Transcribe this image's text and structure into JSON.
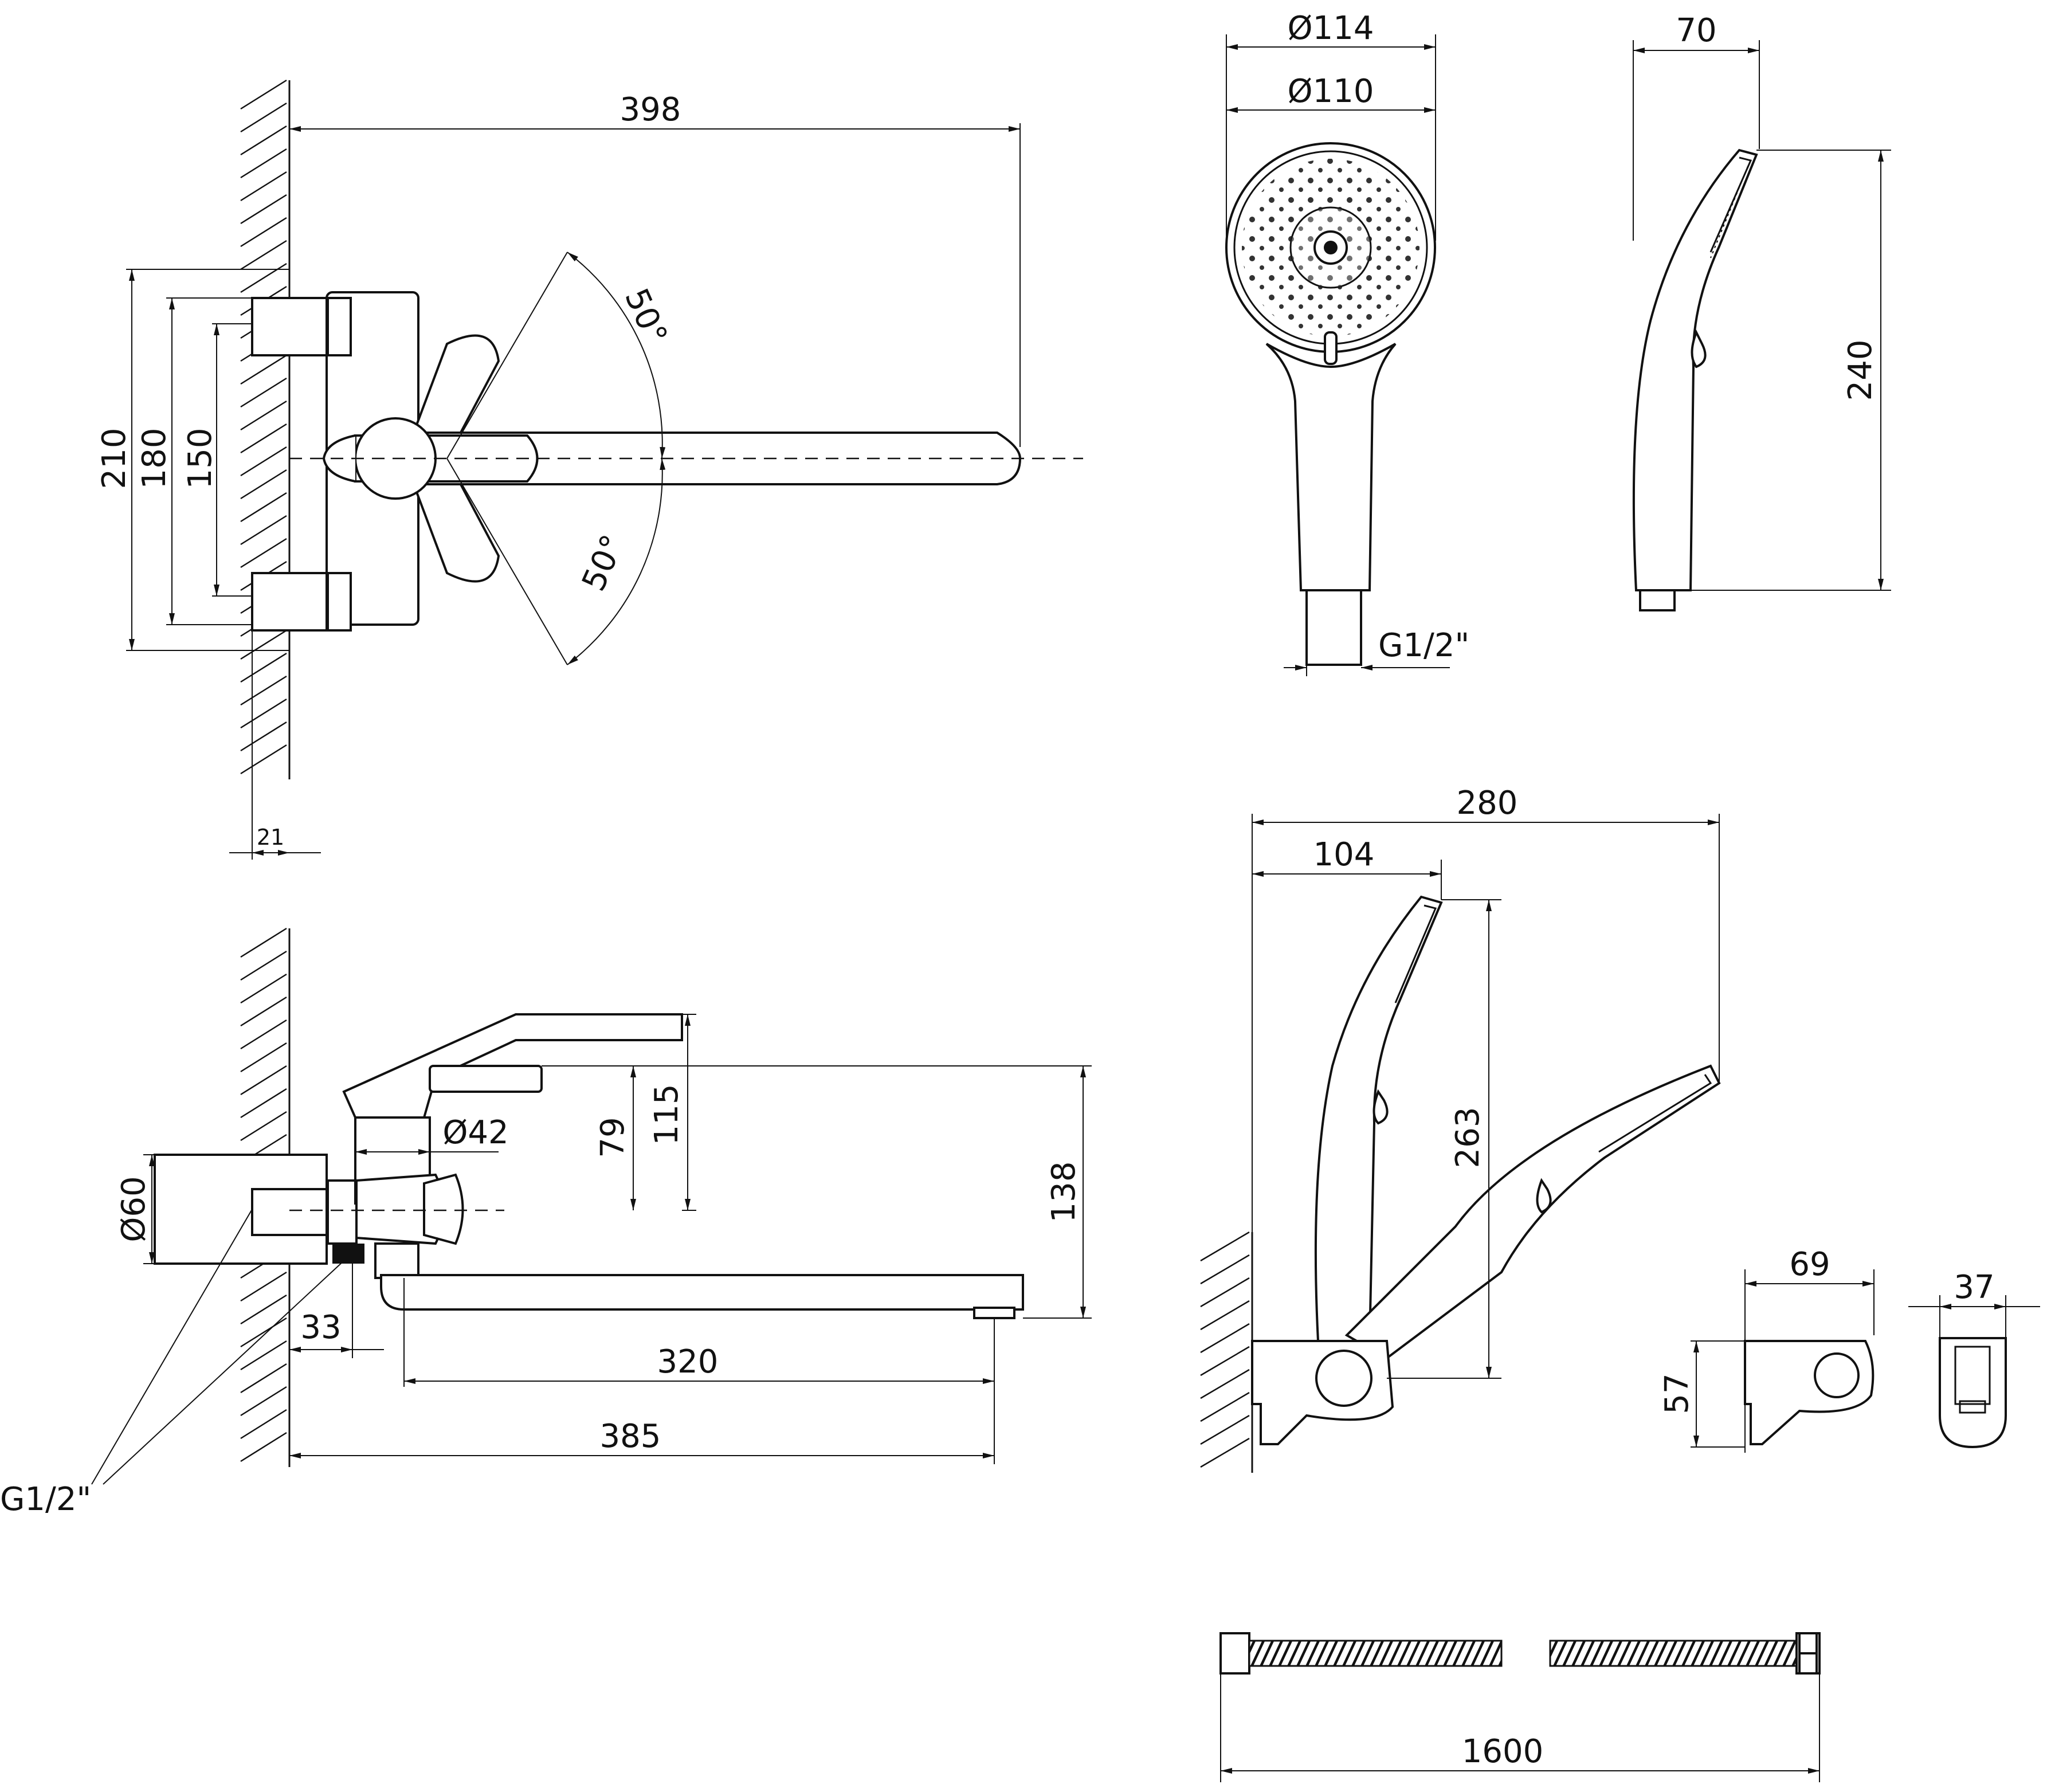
{
  "top_view": {
    "spout_length": "398",
    "overall_height": "210",
    "inner_height": "180",
    "inlet_spacing": "150",
    "wall_offset": "21",
    "angle_upper": "50°",
    "angle_lower": "50°"
  },
  "side_view": {
    "handle_height": "115",
    "body_height": "79",
    "body_diameter": "Ø42",
    "total_height": "138",
    "eccentric_diameter": "Ø60",
    "inlet_offset": "33",
    "spout_reach": "320",
    "total_length": "385",
    "thread": "G1/2\""
  },
  "hand_shower_front": {
    "outer_diameter": "Ø114",
    "face_diameter": "Ø110",
    "thread": "G1/2\""
  },
  "hand_shower_side": {
    "depth": "70",
    "length": "240"
  },
  "holder_assembly": {
    "total_width": "280",
    "head_offset": "104",
    "height": "263"
  },
  "holder": {
    "width": "69",
    "height": "57",
    "depth": "37"
  },
  "hose": {
    "length": "1600"
  }
}
